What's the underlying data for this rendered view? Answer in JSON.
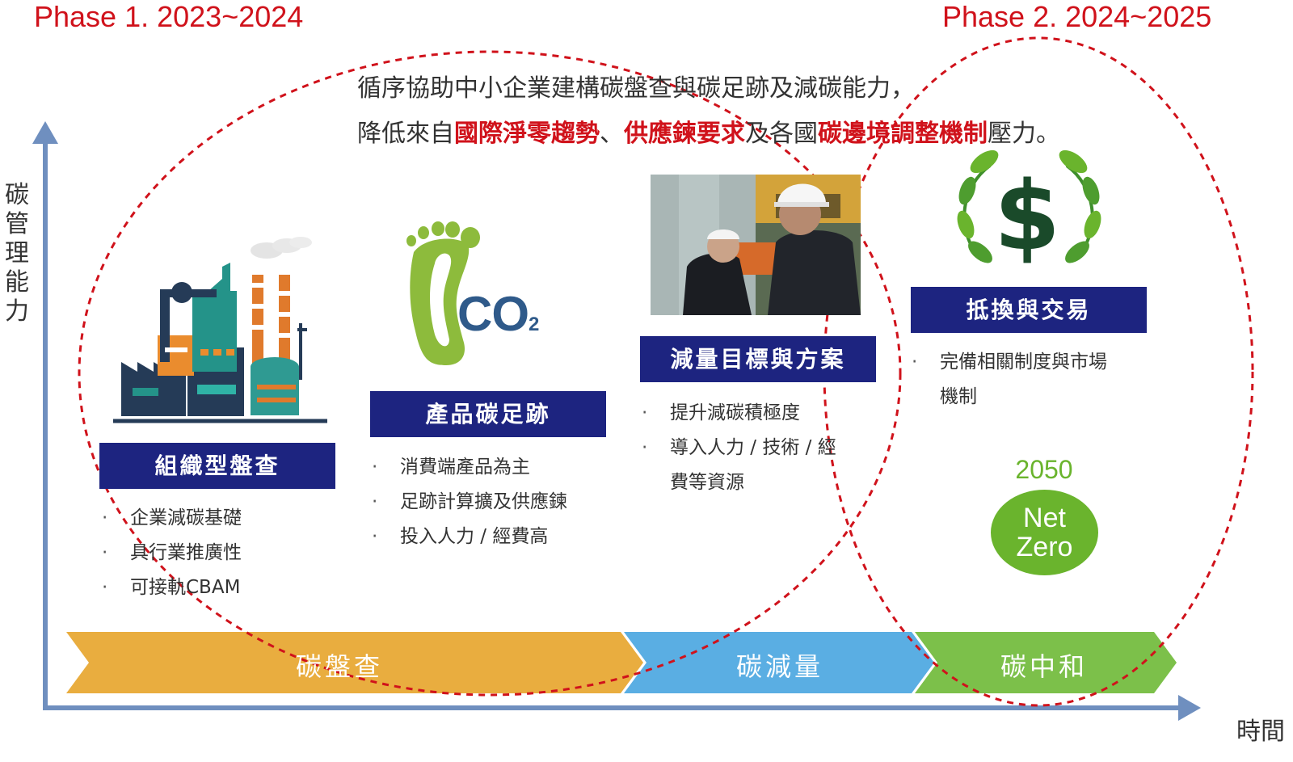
{
  "phases": {
    "phase1": "Phase 1. 2023~2024",
    "phase2": "Phase 2. 2024~2025"
  },
  "intro": {
    "line1": "循序協助中小企業建構碳盤查與碳足跡及減碳能力，",
    "line2_a": "降低來自",
    "line2_b": "國際淨零趨勢",
    "line2_c": "、",
    "line2_d": "供應鍊要求",
    "line2_e": "及各國",
    "line2_f": "碳邊境調整機制",
    "line2_g": "壓力。"
  },
  "axes": {
    "y_label": "碳管理能力",
    "x_label": "時間"
  },
  "cards": [
    {
      "title": "組織型盤查",
      "bullets": [
        "企業減碳基礎",
        "具行業推廣性",
        "可接軌CBAM"
      ]
    },
    {
      "title": "產品碳足跡",
      "bullets": [
        "消費端產品為主",
        "足跡計算擴及供應鍊",
        "投入人力 / 經費高"
      ]
    },
    {
      "title": "減量目標與方案",
      "bullets": [
        "提升減碳積極度",
        "導入人力 / 技術 / 經",
        "費等資源"
      ]
    },
    {
      "title": "抵換與交易",
      "bullets": [
        "完備相關制度與市場",
        "機制"
      ]
    }
  ],
  "netzero": {
    "year": "2050",
    "line1": "Net",
    "line2": "Zero"
  },
  "footprint_text": "CO",
  "footprint_sub": "2",
  "stages": [
    "碳盤查",
    "碳減量",
    "碳中和"
  ],
  "colors": {
    "red": "#d0121b",
    "navy": "#1d2480",
    "axis": "#6f8fbf",
    "stage1": "#e9ad3f",
    "stage2": "#5aaee3",
    "stage3": "#7cc04a"
  },
  "icons": [
    "factory-icon",
    "co2-footprint-icon",
    "engineers-photo",
    "money-leaf-icon"
  ]
}
